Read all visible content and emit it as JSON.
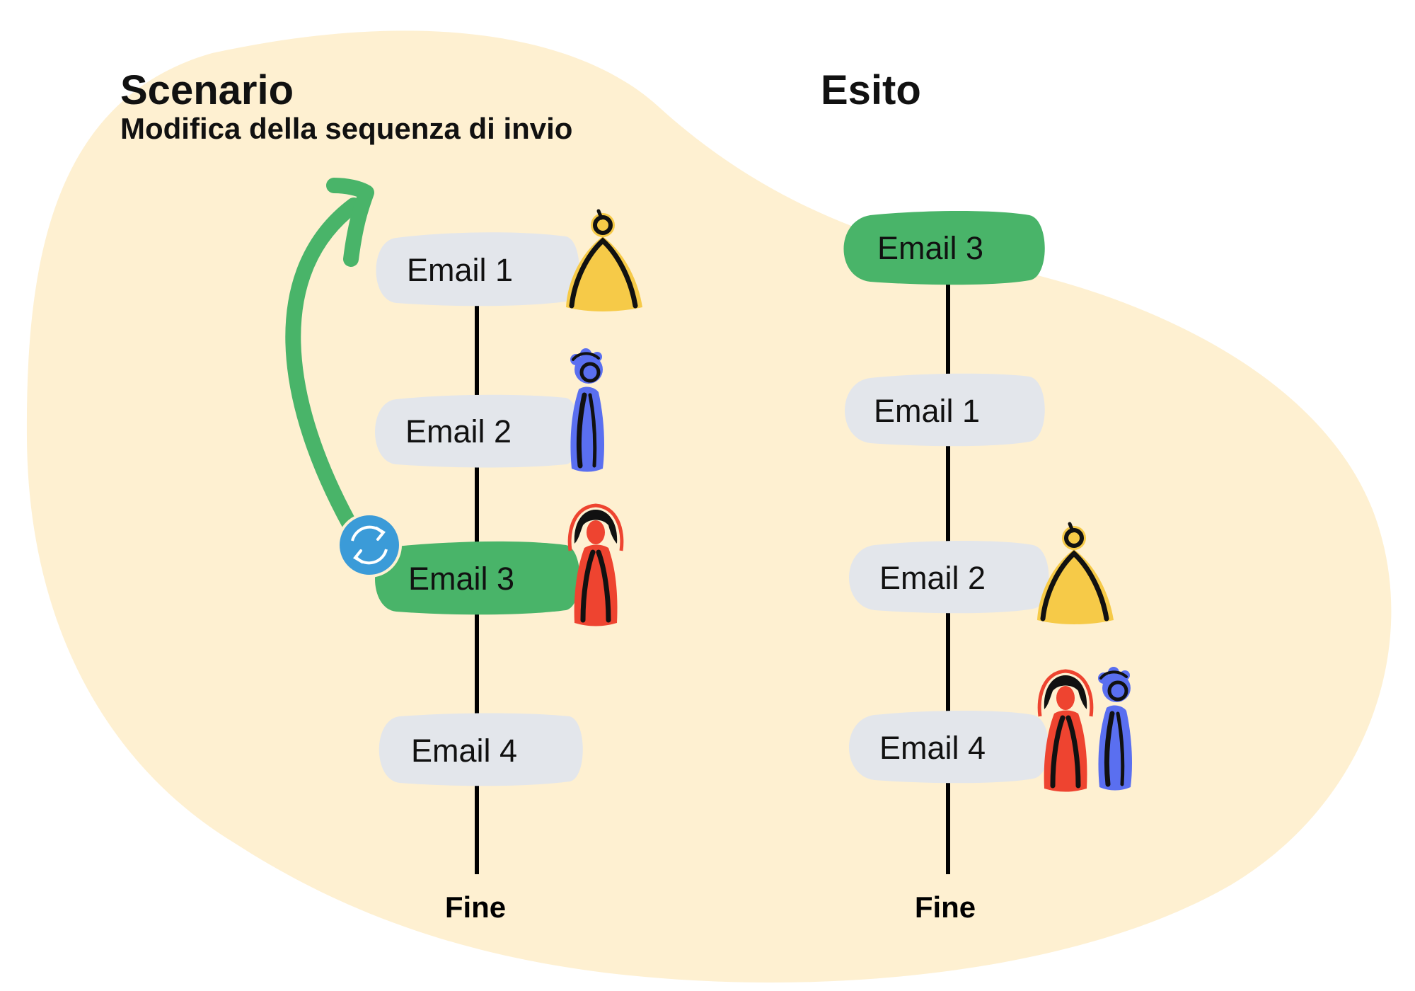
{
  "colors": {
    "background_blob": "#FEF0D1",
    "pill_default": "#E3E6EB",
    "pill_highlight": "#49B469",
    "timeline": "#000000",
    "arrow": "#49B469",
    "swap_icon": "#3B9BD8",
    "person_yellow": "#F6CA48",
    "person_blue": "#5A6FF0",
    "person_red": "#EE4430"
  },
  "scenario": {
    "title": "Scenario",
    "subtitle": "Modifica della sequenza di invio",
    "emails": [
      {
        "label": "Email 1",
        "highlighted": false,
        "people": [
          "yellow"
        ]
      },
      {
        "label": "Email 2",
        "highlighted": false,
        "people": [
          "blue"
        ]
      },
      {
        "label": "Email 3",
        "highlighted": true,
        "people": [
          "red"
        ]
      },
      {
        "label": "Email 4",
        "highlighted": false,
        "people": []
      }
    ],
    "end_label": "Fine",
    "move_arrow": {
      "from": "Email 3",
      "to": "Email 1",
      "icon": "swap-icon"
    }
  },
  "outcome": {
    "title": "Esito",
    "emails": [
      {
        "label": "Email 3",
        "highlighted": true,
        "people": []
      },
      {
        "label": "Email 1",
        "highlighted": false,
        "people": []
      },
      {
        "label": "Email 2",
        "highlighted": false,
        "people": [
          "yellow"
        ]
      },
      {
        "label": "Email 4",
        "highlighted": false,
        "people": [
          "red",
          "blue"
        ]
      }
    ],
    "end_label": "Fine"
  }
}
